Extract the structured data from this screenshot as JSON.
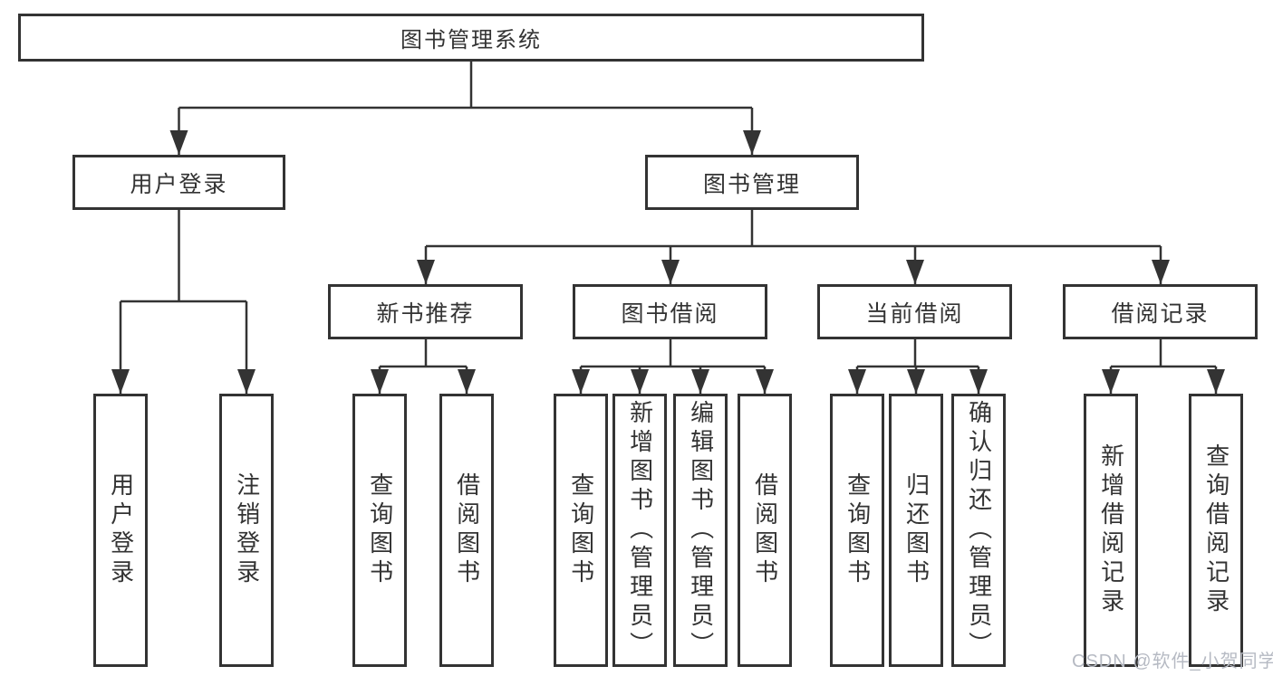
{
  "nodes": {
    "root": "图书管理系统",
    "user_login": "用户登录",
    "book_mgmt": "图书管理",
    "new_recommend": "新书推荐",
    "book_borrow": "图书借阅",
    "current_borrow": "当前借阅",
    "borrow_records": "借阅记录"
  },
  "leaves": {
    "login": [
      "用户登录",
      "注销登录"
    ],
    "recommend": [
      "查询图书",
      "借阅图书"
    ],
    "borrow": [
      "查询图书",
      "新增图书（管理员）",
      "编辑图书（管理员）",
      "借阅图书"
    ],
    "current": [
      "查询图书",
      "归还图书",
      "确认归还（管理员）"
    ],
    "records": [
      "新增借阅记录",
      "查询借阅记录"
    ]
  },
  "watermark": "CSDN @软件_小贺同学",
  "colors": {
    "line": "#333333",
    "box_border": "#333333",
    "text": "#333333",
    "watermark": "#b6bac3",
    "background": "#ffffff"
  }
}
